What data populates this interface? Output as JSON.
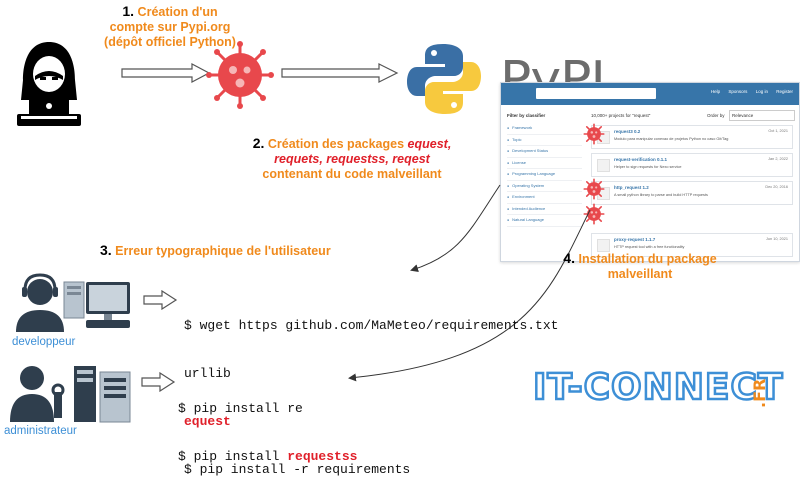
{
  "step1": {
    "num": "1.",
    "line1": "Création d'un",
    "line2": "compte sur Pypi.org",
    "line3": "(dépôt officiel Python)"
  },
  "step2": {
    "num": "2.",
    "label": "Création des packages",
    "pkg1": "equest,",
    "pkg2": "requets",
    "pkg3": "requestss",
    "pkg4": "reqest",
    "line3": "contenant du code malveillant"
  },
  "step3": {
    "num": "3.",
    "label": "Erreur typographique de l'utilisateur"
  },
  "step4": {
    "num": "4.",
    "line1": "Installation du package",
    "line2": "malveillant"
  },
  "pypi_logo": "PyPI",
  "pypi_screenshot": {
    "nav": [
      "Help",
      "Sponsors",
      "Log in",
      "Register"
    ],
    "results_text": "10,000+ projects for \"request\"",
    "order_label": "Order by",
    "order_value": "Relevance",
    "filter_label": "Filter by classifier",
    "filters": [
      "Framework",
      "Topic",
      "Development Status",
      "License",
      "Programming Language",
      "Operating System",
      "Environment",
      "Intended Audience",
      "Natural Language"
    ],
    "results": [
      {
        "name": "request3 0.2",
        "desc": "Modulo para manipular conexao de projetos Python no caso Git/Tag",
        "date": "Oct 1, 2021"
      },
      {
        "name": "request-verification 0.1.1",
        "desc": "Helper to sign requests for Nexo service",
        "date": "Jan 2, 2022"
      },
      {
        "name": "http_request 1.2",
        "desc": "A small python library to parse and build HTTP requests",
        "date": "Dec 20, 2016"
      },
      {
        "name": "proxy-request 1.1.7",
        "desc": "HTTP request tool with a free functionality",
        "date": "Jun 10, 2021"
      }
    ]
  },
  "terminal_dev": {
    "cmd1": "$ wget https github.com/MaMeteo/requirements.txt",
    "line2": "urllib",
    "line3_bad": "equest",
    "cmd4": "$ pip install -r requirements"
  },
  "terminal_admin": {
    "cmd1": "$ pip install re",
    "cmd2_prefix": "$ pip install ",
    "cmd2_bad": "requestss"
  },
  "roles": {
    "developer": "developpeur",
    "admin": "administrateur"
  },
  "brand": {
    "main": "IT-CONNECT",
    "suffix": ".FR"
  },
  "colors": {
    "orange": "#f08a1c",
    "red": "#e0202a",
    "blue": "#3d8fd6",
    "pypi_blue": "#3775a9",
    "virus": "#e8484c"
  }
}
